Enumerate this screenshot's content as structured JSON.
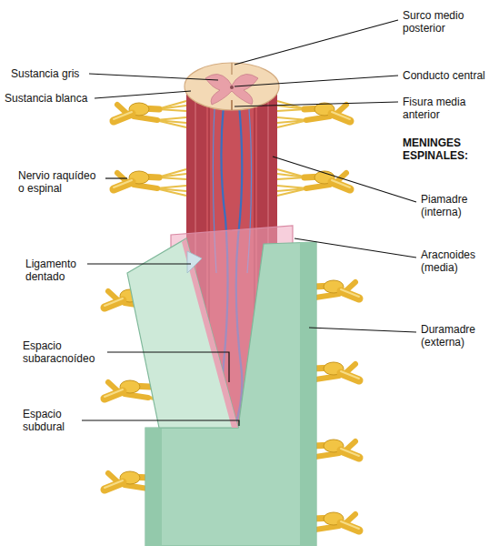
{
  "diagram": {
    "labels": [
      "Surco medio posterior",
      "Sustancia gris",
      "Conducto central",
      "Sustancia blanca",
      "Fisura media anterior",
      "MENINGES ESPINALES:",
      "Nervio raquídeo o espinal",
      "Piamadre (interna)",
      "Ligamento dentado",
      "Aracnoides (media)",
      "Duramadre (externa)",
      "Espacio subaracnoídeo",
      "Espacio subdural"
    ]
  }
}
